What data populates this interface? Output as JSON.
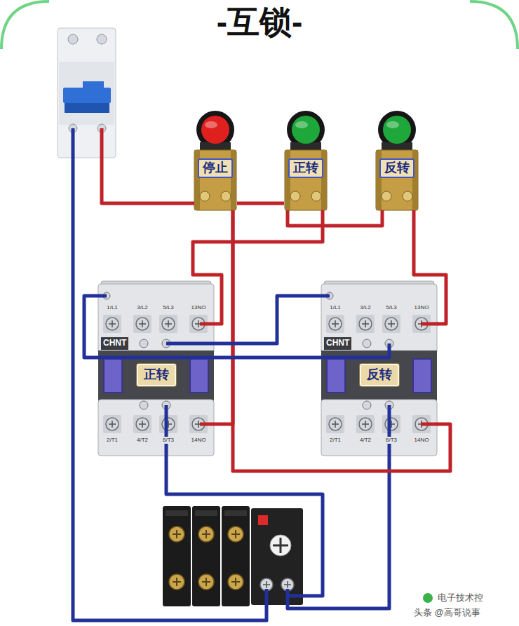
{
  "diagram": {
    "title": "-互锁-",
    "nodes": [
      {
        "text": [
          "停止"
        ]
      },
      {
        "text": [
          "正转"
        ]
      },
      {
        "text": [
          "反转"
        ]
      },
      {
        "text": [
          "CHNT"
        ]
      },
      {
        "text": [
          "正转"
        ],
        "in": 3
      },
      {
        "text": [
          "CHNT"
        ]
      },
      {
        "text": [
          "反转"
        ],
        "in": 5
      }
    ],
    "edges": [
      {
        "from": 0,
        "to": 1,
        "arrow": "none"
      },
      {
        "from": 1,
        "to": 2,
        "arrow": "none"
      },
      {
        "from": 1,
        "to": 3,
        "arrow": "none"
      },
      {
        "from": 2,
        "to": 5,
        "arrow": "none"
      },
      {
        "from": 0,
        "to": 3,
        "arrow": "none"
      },
      {
        "from": 0,
        "to": 5,
        "arrow": "none"
      },
      {
        "from": 3,
        "to": 5,
        "arrow": "none"
      },
      {
        "from": 5,
        "to": 3,
        "arrow": "none"
      }
    ],
    "labels": [
      "1/L1",
      "3/L2",
      "5/L3",
      "13NO",
      "2/T1",
      "4/T2",
      "6/T3",
      "14NO",
      "1/L1",
      "3/L2",
      "5/L3",
      "13NO",
      "2/T1",
      "4/T2",
      "6/T3",
      "14NO",
      "电子技术控",
      "头条 @高哥说事"
    ]
  }
}
